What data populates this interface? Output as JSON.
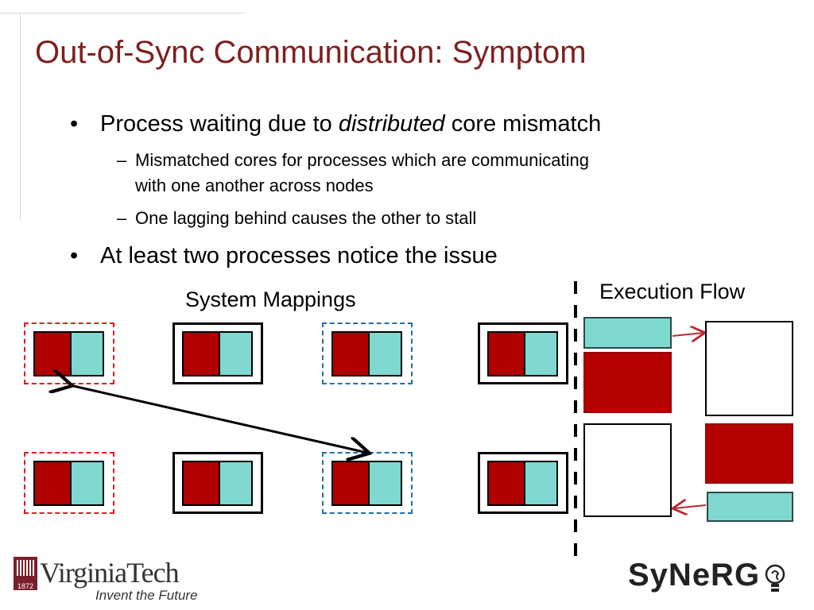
{
  "title": "Out-of-Sync Communication: Symptom",
  "bullets": [
    {
      "marker": "•",
      "before": "Process waiting due to ",
      "emph": "distributed",
      "after": " core mismatch"
    },
    {
      "marker": "•",
      "text": "At least two processes notice the issue"
    }
  ],
  "sub_bullets": [
    {
      "marker": "–",
      "line1": "Mismatched cores for processes which are communicating",
      "line2": "with one another across nodes"
    },
    {
      "marker": "–",
      "text": "One lagging behind causes the other to stall"
    }
  ],
  "diagram": {
    "left_label": "System Mappings",
    "right_label": "Execution Flow"
  },
  "colors": {
    "title": "#7f1f1f",
    "core_red": "#b00000",
    "core_cyan": "#7fd8d0",
    "dash_red": "#e8181b",
    "dash_blue": "#1f6fb2",
    "arrow_red": "#c0262d"
  },
  "footer": {
    "left_logo_text": "VirginiaTech",
    "left_logo_tagline": "Invent the Future",
    "right_logo_text": "SyNeRG",
    "shield_year": "1872"
  }
}
